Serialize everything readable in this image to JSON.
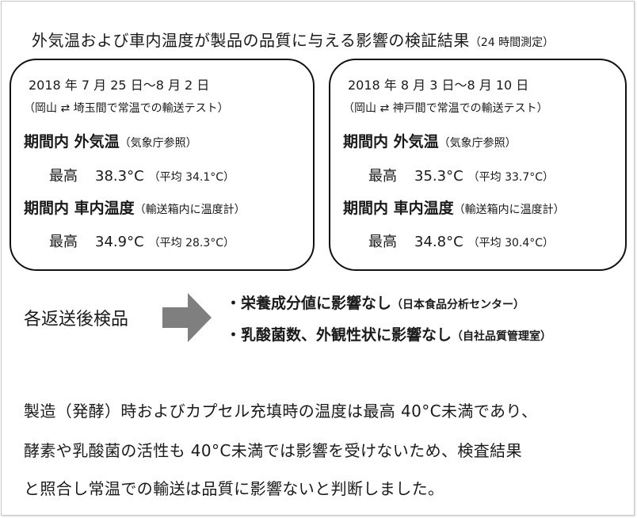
{
  "title": {
    "main": "外気温および車内温度が製品の品質に与える影響の検証結果",
    "note": "（24 時間測定）"
  },
  "tests": [
    {
      "date": "2018 年 7 月 25 日〜8 月 2 日",
      "route": "（岡山 ⇄ 埼玉間で常温での輸送テスト）",
      "outside_heading": "期間内 外気温",
      "outside_source": "（気象庁参照）",
      "outside_max_label": "最高",
      "outside_max_value": "38.3°C",
      "outside_avg": "（平均 34.1°C）",
      "inside_heading": "期間内 車内温度",
      "inside_source": "（輸送箱内に温度計）",
      "inside_max_label": "最高",
      "inside_max_value": "34.9°C",
      "inside_avg": "（平均 28.3°C）"
    },
    {
      "date": "2018 年 8 月 3 日〜8 月 10 日",
      "route": "（岡山 ⇄ 神戸間で常温での輸送テスト）",
      "outside_heading": "期間内 外気温",
      "outside_source": "（気象庁参照）",
      "outside_max_label": "最高",
      "outside_max_value": "35.3°C",
      "outside_avg": "（平均 33.7°C）",
      "inside_heading": "期間内 車内温度",
      "inside_source": "（輸送箱内に温度計）",
      "inside_max_label": "最高",
      "inside_max_value": "34.8°C",
      "inside_avg": "（平均 30.4°C）"
    }
  ],
  "returned_label": "各返送後検品",
  "arrow_icon": "right-arrow-icon",
  "arrow_color": "#7f7f7f",
  "results": [
    {
      "text": "・栄養成分値に影響なし",
      "source": "（日本食品分析センター）"
    },
    {
      "text": "・乳酸菌数、外観性状に影響なし",
      "source": "（自社品質管理室）"
    }
  ],
  "conclusion": [
    "製造（発酵）時およびカプセル充填時の温度は最高 40°C未満であり、",
    "酵素や乳酸菌の活性も 40°C未満では影響を受けないため、検査結果",
    "と照合し常温での輸送は品質に影響ないと判断しました。"
  ]
}
